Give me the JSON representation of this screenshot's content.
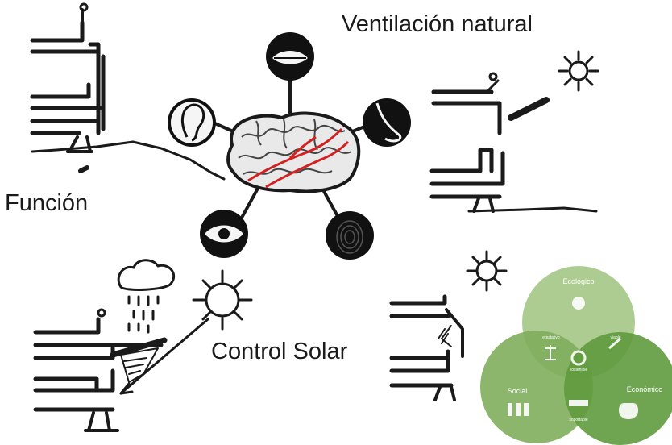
{
  "labels": {
    "ventilation": "Ventilación natural",
    "function": "Función",
    "solar": "Control Solar"
  },
  "senses": [
    {
      "name": "mouth-icon"
    },
    {
      "name": "ear-icon"
    },
    {
      "name": "nose-icon"
    },
    {
      "name": "eye-icon"
    },
    {
      "name": "touch-icon"
    }
  ],
  "venn": {
    "top": "Ecológico",
    "left": "Social",
    "right": "Económico",
    "center": "sostenible",
    "left_top": "equitativo",
    "right_top": "viable",
    "bottom_mid": "soportable",
    "colors": {
      "top": "#a9c98b",
      "left": "#7fae5c",
      "right": "#5f9a3e"
    }
  },
  "colors": {
    "ink": "#1a1a1a",
    "vein": "#d42020",
    "brain": "#e9e9e9"
  }
}
